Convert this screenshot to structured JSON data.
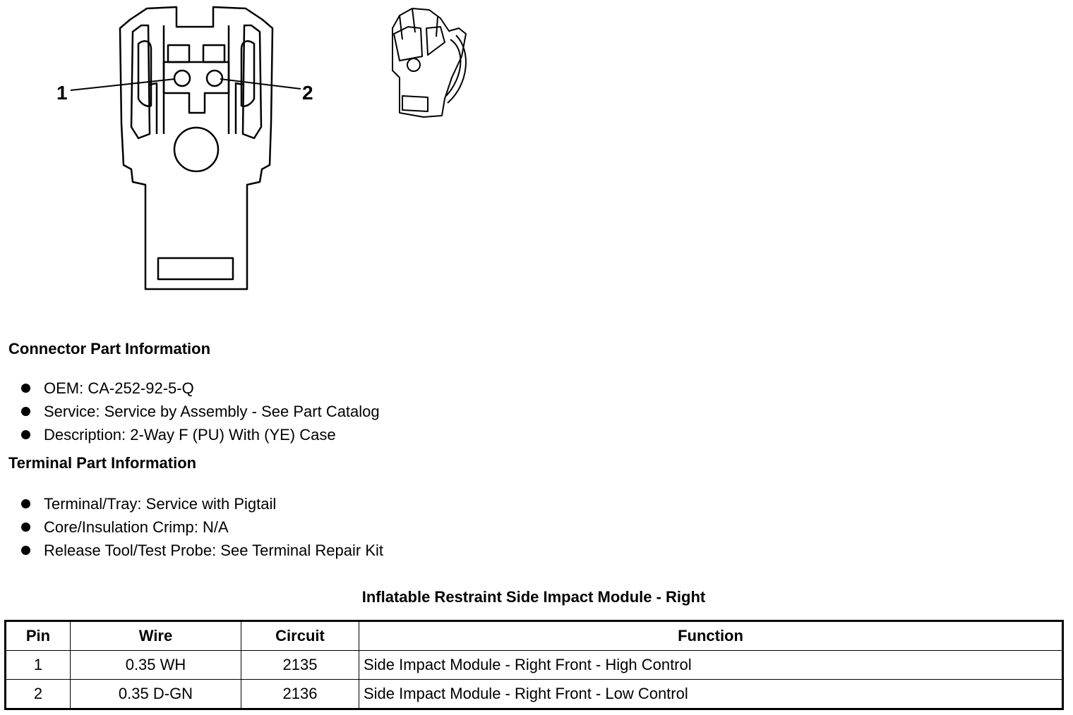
{
  "diagram": {
    "pin_label_1": "1",
    "pin_label_2": "2"
  },
  "connector_info": {
    "title": "Connector Part Information",
    "items": [
      "OEM: CA-252-92-5-Q",
      "Service: Service by Assembly - See Part Catalog",
      "Description: 2-Way F (PU) With (YE) Case"
    ]
  },
  "terminal_info": {
    "title": "Terminal Part Information",
    "items": [
      "Terminal/Tray: Service with Pigtail",
      "Core/Insulation Crimp: N/A",
      "Release Tool/Test Probe: See Terminal Repair Kit"
    ]
  },
  "pin_table": {
    "title": "Inflatable Restraint Side Impact Module - Right",
    "headers": [
      "Pin",
      "Wire",
      "Circuit",
      "Function"
    ],
    "rows": [
      [
        "1",
        "0.35 WH",
        "2135",
        "Side Impact Module - Right Front - High Control"
      ],
      [
        "2",
        "0.35 D-GN",
        "2136",
        "Side Impact Module - Right Front - Low Control"
      ]
    ]
  }
}
